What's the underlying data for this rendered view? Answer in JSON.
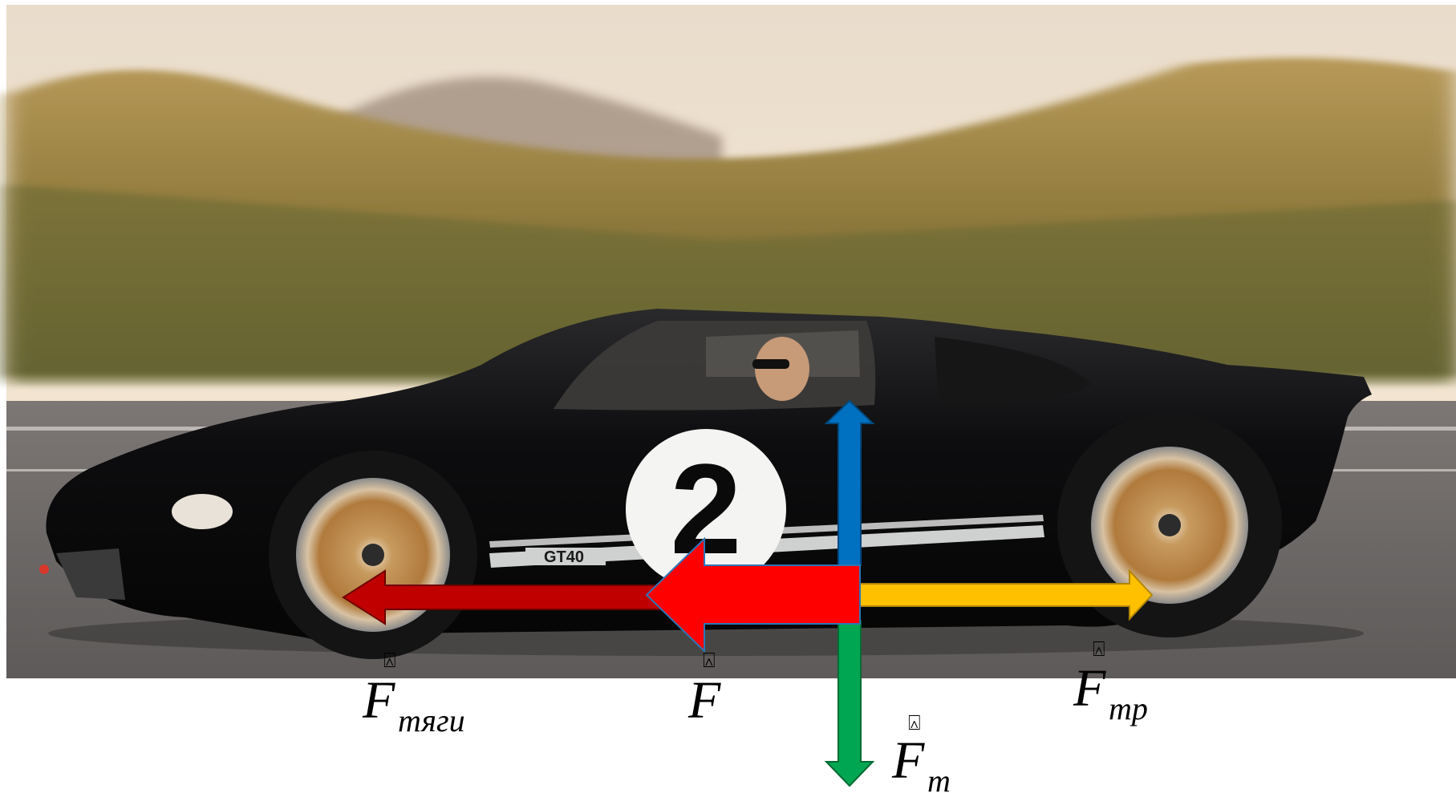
{
  "scene": {
    "car_number": "2",
    "car_badge": "GT40"
  },
  "forces": [
    {
      "id": "thrust",
      "symbol": "F",
      "subscript": "тяги",
      "mark": "⍓",
      "color": "#c00000",
      "direction": "left"
    },
    {
      "id": "resultant",
      "symbol": "F",
      "subscript": "",
      "mark": "⍓",
      "color": "#ff0000",
      "direction": "left"
    },
    {
      "id": "friction",
      "symbol": "F",
      "subscript": "тр",
      "mark": "⍓",
      "color": "#ffc000",
      "direction": "right"
    },
    {
      "id": "gravity",
      "symbol": "F",
      "subscript": "т",
      "mark": "⍓",
      "color": "#00a651",
      "direction": "down"
    },
    {
      "id": "normal",
      "symbol": "",
      "subscript": "",
      "mark": "",
      "color": "#0070c0",
      "direction": "up"
    }
  ]
}
